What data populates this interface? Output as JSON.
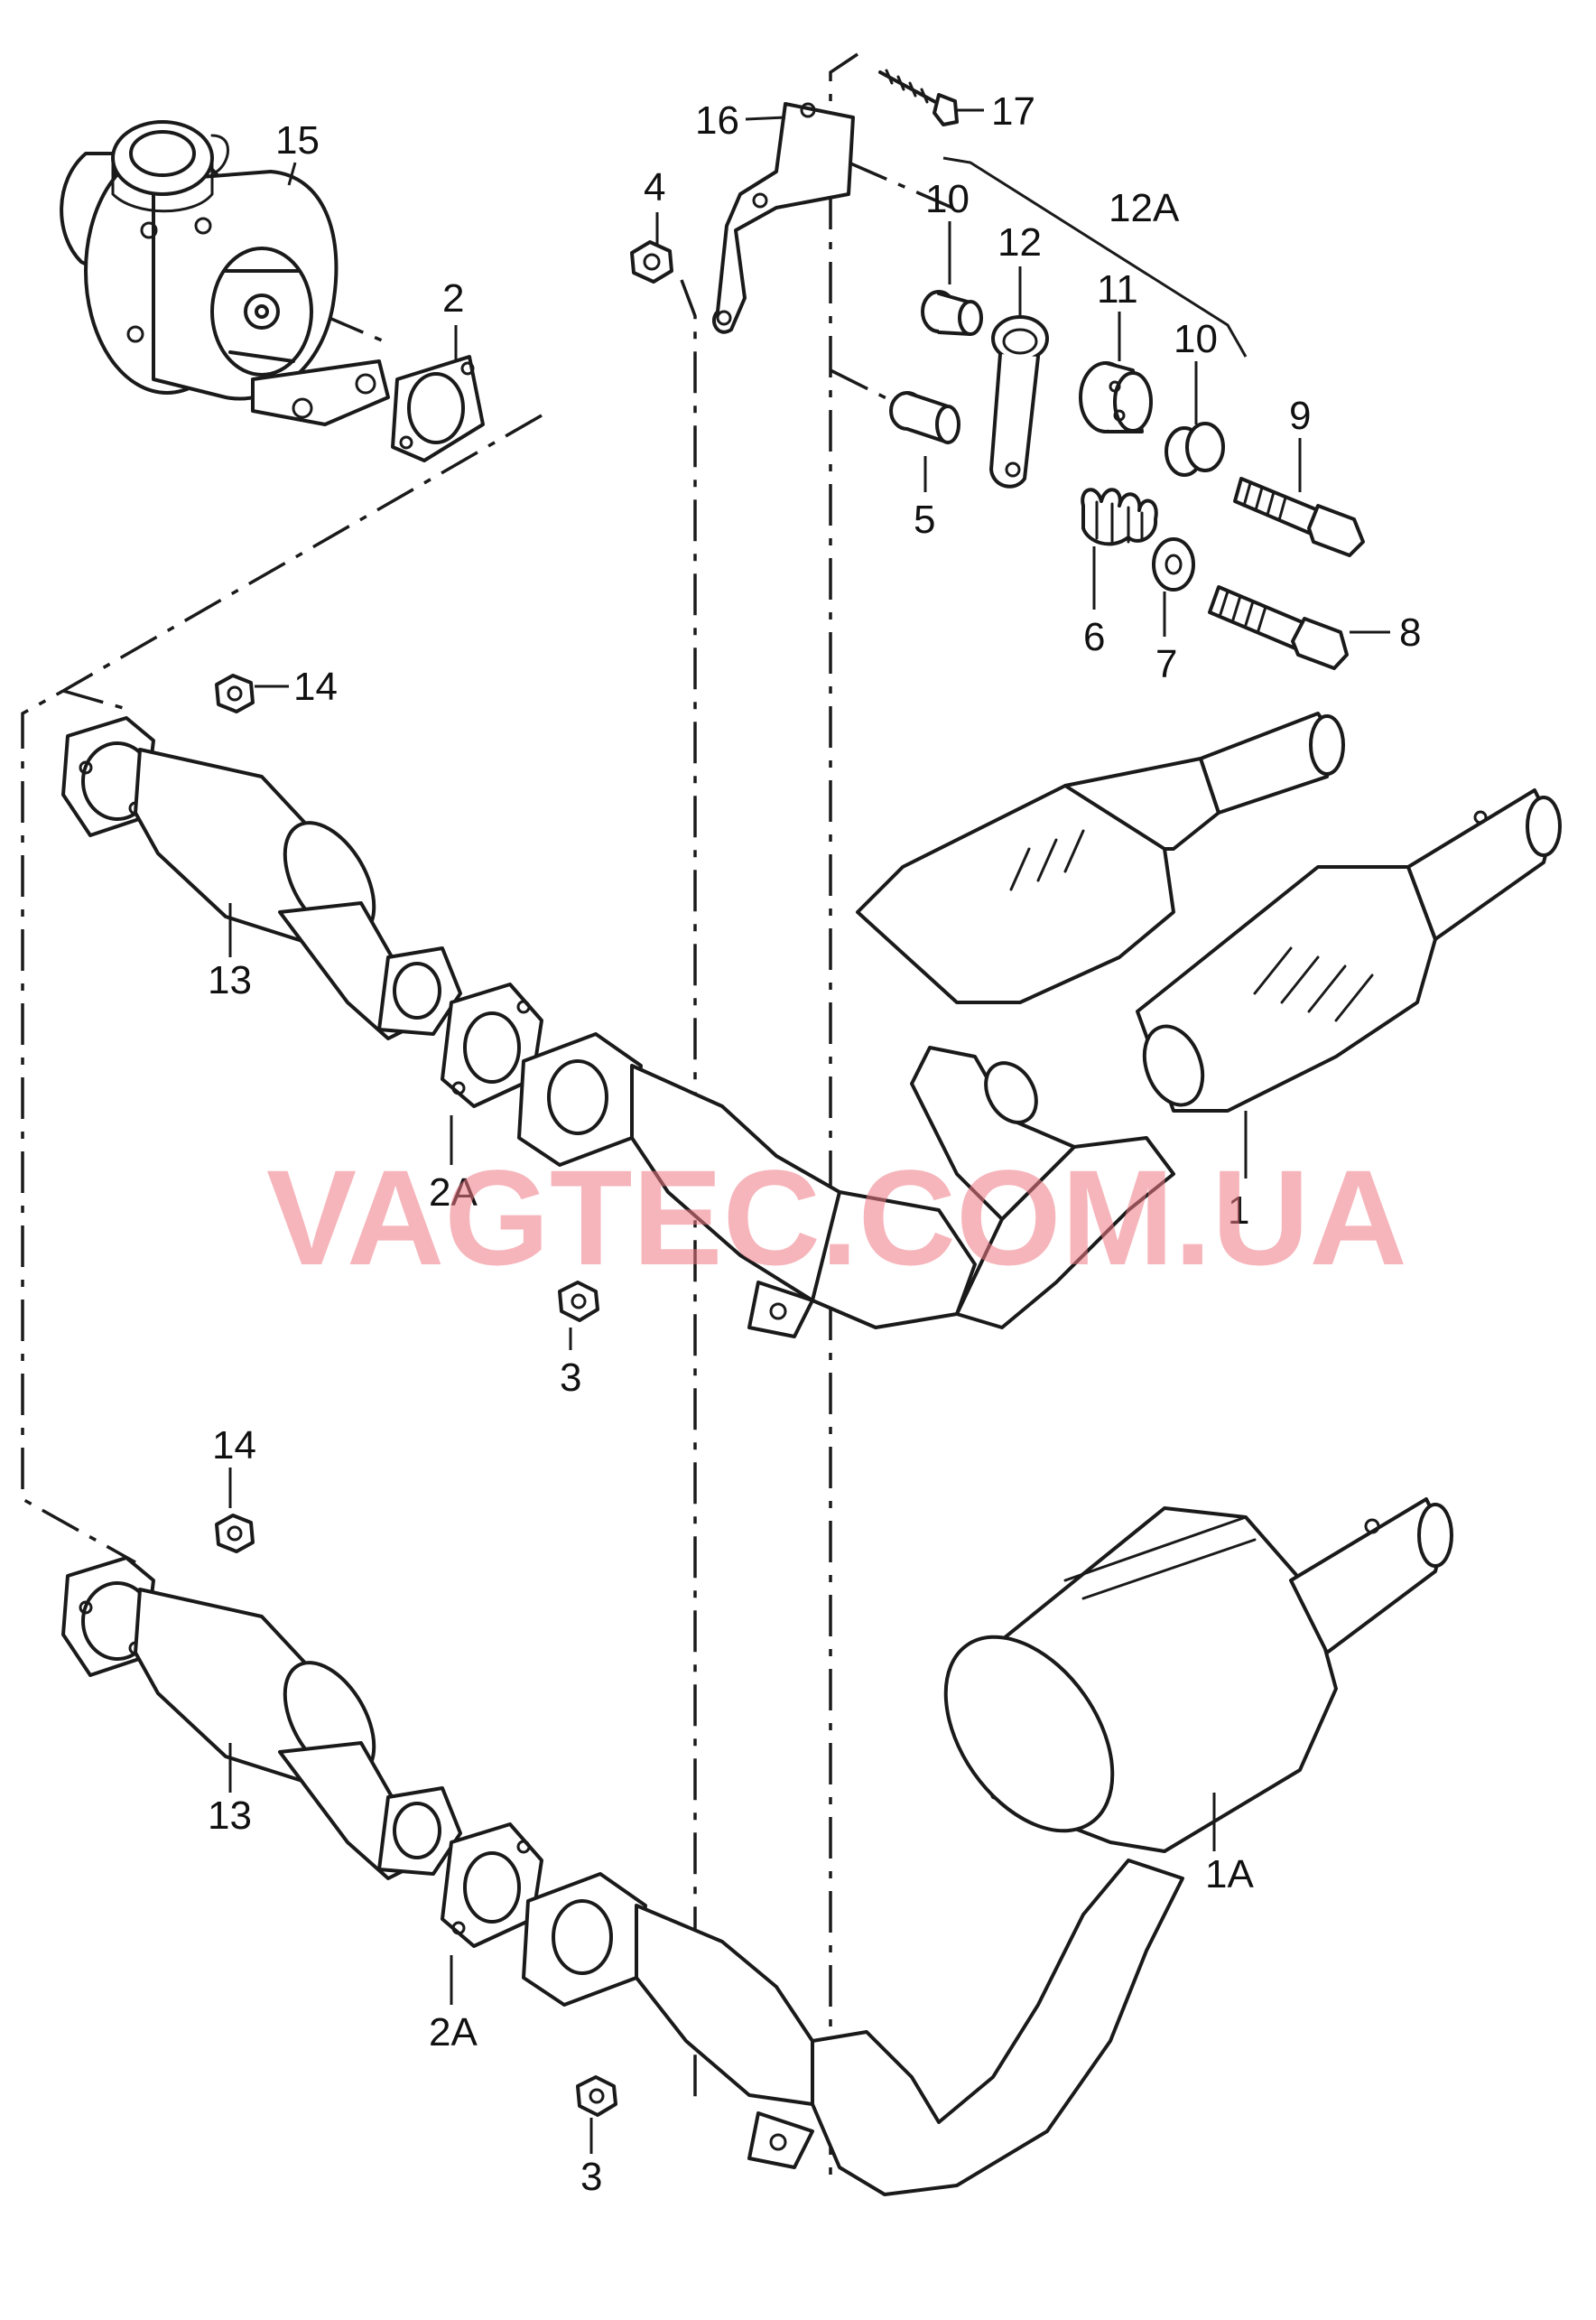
{
  "watermark": {
    "text": "VAGTEC.COM.UA",
    "color": "#f07a85"
  },
  "callouts": {
    "c1": "1",
    "c1a": "1A",
    "c2": "2",
    "c2a_top": "2A",
    "c2a_bottom": "2A",
    "c3_top": "3",
    "c3_bottom": "3",
    "c4": "4",
    "c5": "5",
    "c6": "6",
    "c7": "7",
    "c8": "8",
    "c9": "9",
    "c10_left": "10",
    "c10_right": "10",
    "c11": "11",
    "c12": "12",
    "c12a": "12A",
    "c13_top": "13",
    "c13_bottom": "13",
    "c14_top": "14",
    "c14_bottom": "14",
    "c15": "15",
    "c16": "16",
    "c17": "17"
  }
}
